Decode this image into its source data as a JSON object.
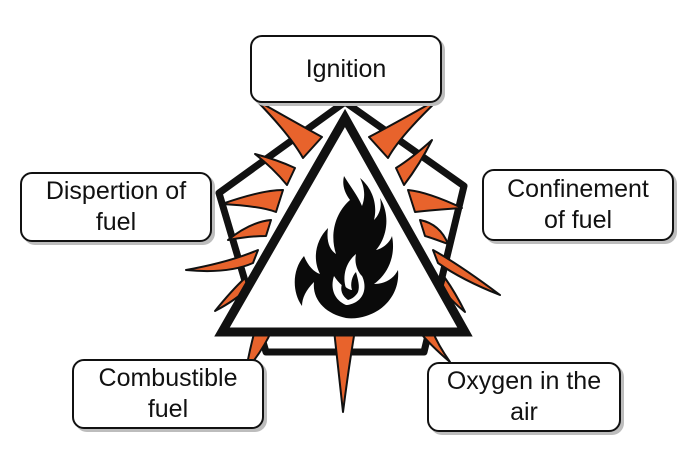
{
  "labels": {
    "ignition": "Ignition",
    "dispertion": [
      "Dispertion of",
      "fuel"
    ],
    "confinement": [
      "Confinement",
      "of fuel"
    ],
    "combustible": [
      "Combustible",
      "fuel"
    ],
    "oxygen": [
      "Oxygen in the",
      "air"
    ]
  },
  "colors": {
    "outline": "#111111",
    "spike_fill": "#e8632c",
    "flame_fill": "#0a0a0a",
    "triangle_fill": "#ffffff",
    "pentagon_fill": "#ffffff"
  },
  "icons": {
    "flame": "flame-icon"
  }
}
